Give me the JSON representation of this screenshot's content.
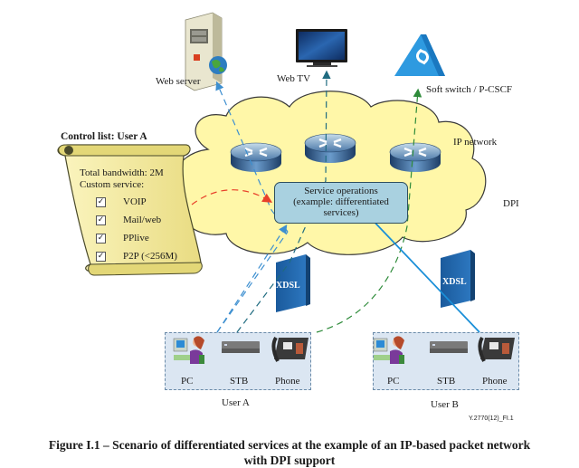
{
  "diagram": {
    "nodes": {
      "web_server": "Web server",
      "web_tv": "Web TV",
      "soft_switch": "Soft switch / P-CSCF",
      "ip_network": "IP network",
      "dpi": "DPI",
      "service_operations": [
        "Service operations",
        "(example: differentiated",
        "services)"
      ],
      "xdsl_a": "XDSL",
      "xdsl_b": "XDSL"
    },
    "control_list": {
      "title": "Control list: User A",
      "total_bandwidth": "Total bandwidth: 2M",
      "custom_service": "Custom service:",
      "services": [
        {
          "name": "VOIP",
          "checked": true
        },
        {
          "name": "Mail/web",
          "checked": true
        },
        {
          "name": "PPlive",
          "checked": true
        },
        {
          "name": "P2P (<256M)",
          "checked": true
        }
      ],
      "check_glyph": "✓"
    },
    "users": [
      {
        "name": "User A",
        "devices": [
          "PC",
          "STB",
          "Phone"
        ]
      },
      {
        "name": "User B",
        "devices": [
          "PC",
          "STB",
          "Phone"
        ]
      }
    ],
    "figure_id": "Y.2770(12)_FI.1",
    "caption_line1": "Figure I.1 – Scenario of differentiated services at the example of an IP-based packet network",
    "caption_line2": "with DPI support",
    "colors": {
      "cloud_fill": "#fff7a8",
      "service_box": "#a9d1e0",
      "scroll_fill": "#f7f0a6",
      "xdsl_blue": "#1f5fa0",
      "web_link": "#3d8fd0",
      "tv_link": "#2d7a8a",
      "soft_link": "#2e8b3a",
      "control_link": "#e8402a",
      "userb_link": "#1a8fd8",
      "user_box": "#dbe6f2"
    }
  }
}
